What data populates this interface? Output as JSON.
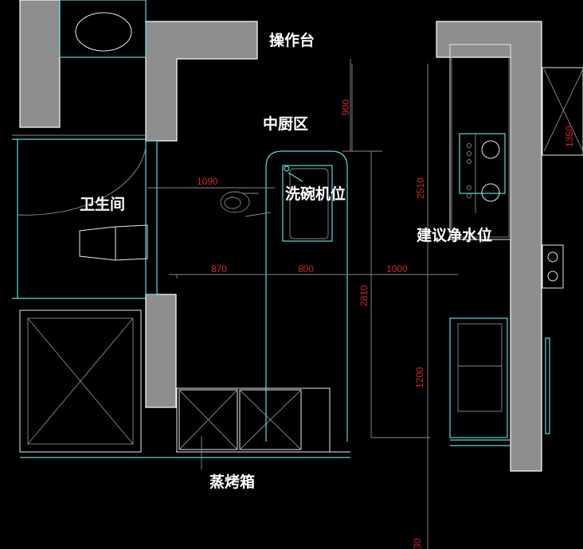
{
  "labels": {
    "console": "操作台",
    "middle_kitchen": "中厨区",
    "dishwasher": "洗碗机位",
    "bathroom": "卫生间",
    "water_purifier": "建议净水位",
    "steam_oven": "蒸烤箱"
  },
  "dimensions": {
    "d1090": "1090",
    "d870": "870",
    "d800": "800",
    "d1000": "1000",
    "d900": "900",
    "d2510": "2510",
    "d2810": "2810",
    "d1200": "1200",
    "d1350": "1350",
    "d30": "30"
  },
  "colors": {
    "wall": "#8e8e8e",
    "furniture": "#5fd8d8",
    "dimension": "#d02828",
    "background": "#000000"
  }
}
